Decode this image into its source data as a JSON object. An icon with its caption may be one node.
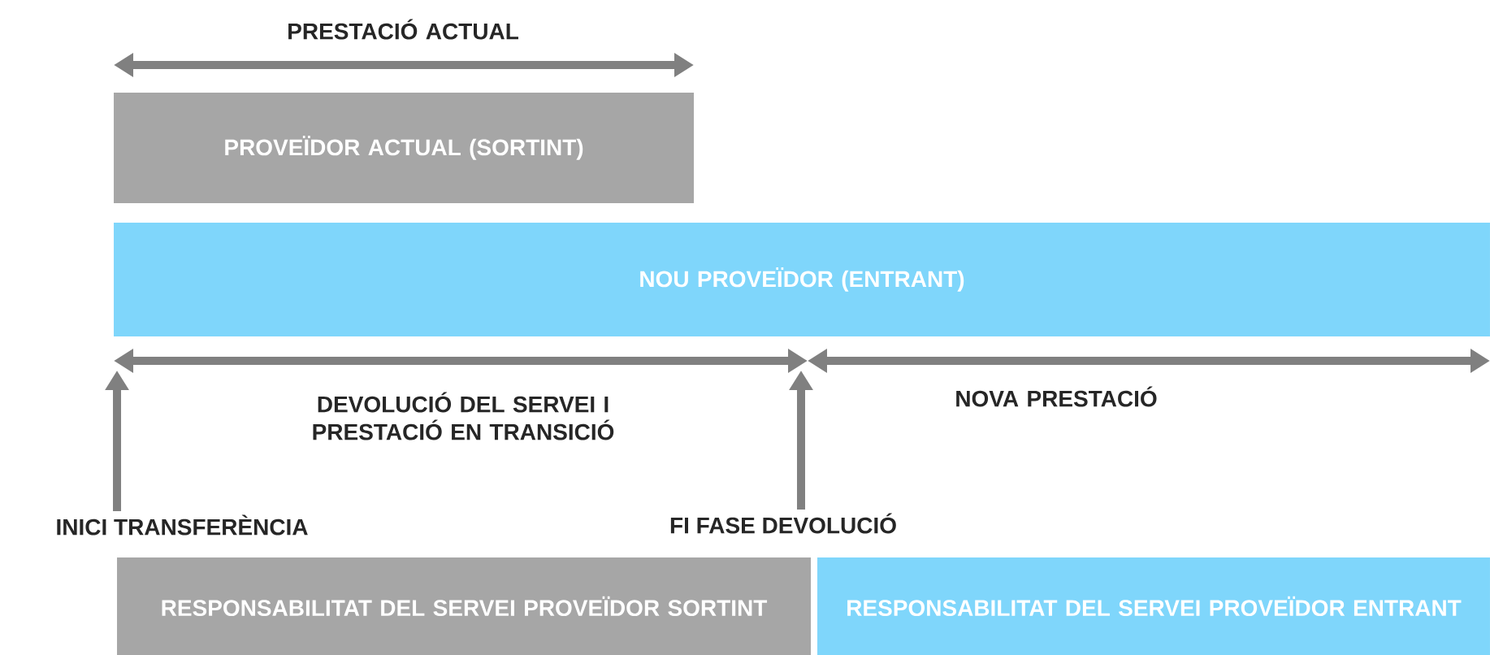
{
  "diagram": {
    "nodes": [
      {
        "text": [
          "PROVEÏDOR ACTUAL (SORTINT)"
        ]
      },
      {
        "text": [
          "NOU PROVEÏDOR (ENTRANT)"
        ]
      },
      {
        "text": [
          "INICI TRANSFERÈNCIA"
        ]
      },
      {
        "text": [
          "FI FASE DEVOLUCIÓ"
        ]
      },
      {
        "text": [
          "RESPONSABILITAT DEL SERVEI PROVEÏDOR SORTINT"
        ]
      },
      {
        "text": [
          "RESPONSABILITAT DEL SERVEI PROVEÏDOR ENTRANT"
        ]
      }
    ],
    "edges": [
      {
        "from": 2,
        "to": null,
        "arrow": "to"
      },
      {
        "from": 3,
        "to": null,
        "arrow": "to"
      }
    ],
    "labels": [
      "PRESTACIÓ ACTUAL",
      "DEVOLUCIÓ DEL SERVEI I PRESTACIÓ EN TRANSICIÓ",
      "NOVA PRESTACIÓ"
    ]
  }
}
